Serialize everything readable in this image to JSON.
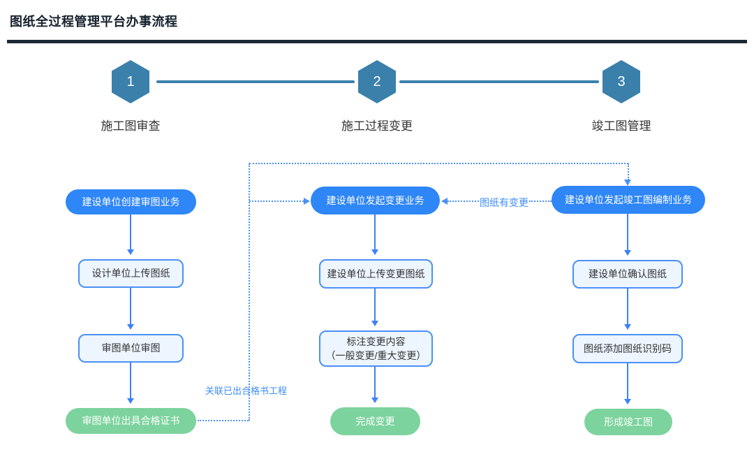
{
  "page": {
    "title": "图纸全过程管理平台办事流程"
  },
  "stepper": {
    "steps": [
      {
        "number": "1",
        "label": "施工图审查"
      },
      {
        "number": "2",
        "label": "施工过程变更"
      },
      {
        "number": "3",
        "label": "竣工图管理"
      }
    ]
  },
  "flow": {
    "columns": [
      {
        "nodes": [
          {
            "label": "建设单位创建审图业务",
            "type": "start"
          },
          {
            "label": "设计单位上传图纸",
            "type": "process"
          },
          {
            "label": "审图单位审图",
            "type": "process"
          },
          {
            "label": "审图单位出具合格证书",
            "type": "end"
          }
        ]
      },
      {
        "nodes": [
          {
            "label": "建设单位发起变更业务",
            "type": "start"
          },
          {
            "label": "建设单位上传变更图纸",
            "type": "process"
          },
          {
            "label": "标注变更内容\n（一般变更/重大变更）",
            "type": "process"
          },
          {
            "label": "完成变更",
            "type": "end"
          }
        ]
      },
      {
        "nodes": [
          {
            "label": "建设单位发起竣工图编制业务",
            "type": "start"
          },
          {
            "label": "建设单位确认图纸",
            "type": "process"
          },
          {
            "label": "图纸添加图纸识别码",
            "type": "process"
          },
          {
            "label": "形成竣工图",
            "type": "end"
          }
        ]
      }
    ],
    "edge_labels": {
      "associate_certified_project": "关联已出合格书工程",
      "drawing_changed": "图纸有变更"
    }
  },
  "colors": {
    "accent_blue": "#2E86F7",
    "arrow_blue": "#3B82F6",
    "dotted_blue": "#4A90F8",
    "process_fill": "#EDF5FF",
    "success_green": "#7CD39D",
    "stepper_teal": "#3A80AB",
    "title_dark": "#16222E"
  }
}
